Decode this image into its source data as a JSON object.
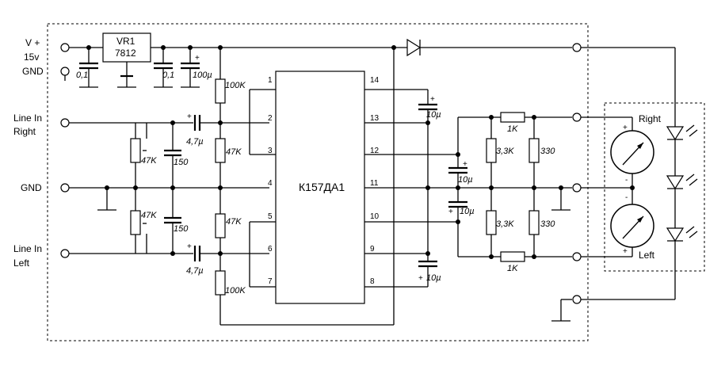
{
  "labels": {
    "vplus": "V +",
    "v15": "15v",
    "gnd_top": "GND",
    "line_in_right_1": "Line In",
    "line_in_right_2": "Right",
    "gnd_mid": "GND",
    "line_in_left_1": "Line In",
    "line_in_left_2": "Left",
    "ic": "К157ДА1",
    "vr_1": "VR1",
    "vr_2": "7812",
    "meter_right": "Right",
    "meter_left": "Left"
  },
  "pins": {
    "p1": "1",
    "p2": "2",
    "p3": "3",
    "p4": "4",
    "p5": "5",
    "p6": "6",
    "p7": "7",
    "p14": "14",
    "p13": "13",
    "p12": "12",
    "p11": "11",
    "p10": "10",
    "p9": "9",
    "p8": "8"
  },
  "values": {
    "c01a": "0,1",
    "c01b": "0,1",
    "c100u": "100µ",
    "r100k_top": "100K",
    "r100k_bot": "100K",
    "c47u_top": "4,7µ",
    "c47u_bot": "4,7µ",
    "r47k_right": "47K",
    "r47k_left": "47K",
    "r47k_mid_top": "47K",
    "r47k_mid_bot": "47K",
    "c150_top": "150",
    "c150_bot": "150",
    "c10u_1": "10µ",
    "c10u_2": "10µ",
    "c10u_3": "10µ",
    "c10u_4": "10µ",
    "r1k_top": "1K",
    "r1k_bot": "1K",
    "r33k_top": "3,3K",
    "r33k_bot": "3,3K",
    "r330_top": "330",
    "r330_bot": "330"
  },
  "signs": {
    "plus": "+",
    "minus": "-"
  }
}
